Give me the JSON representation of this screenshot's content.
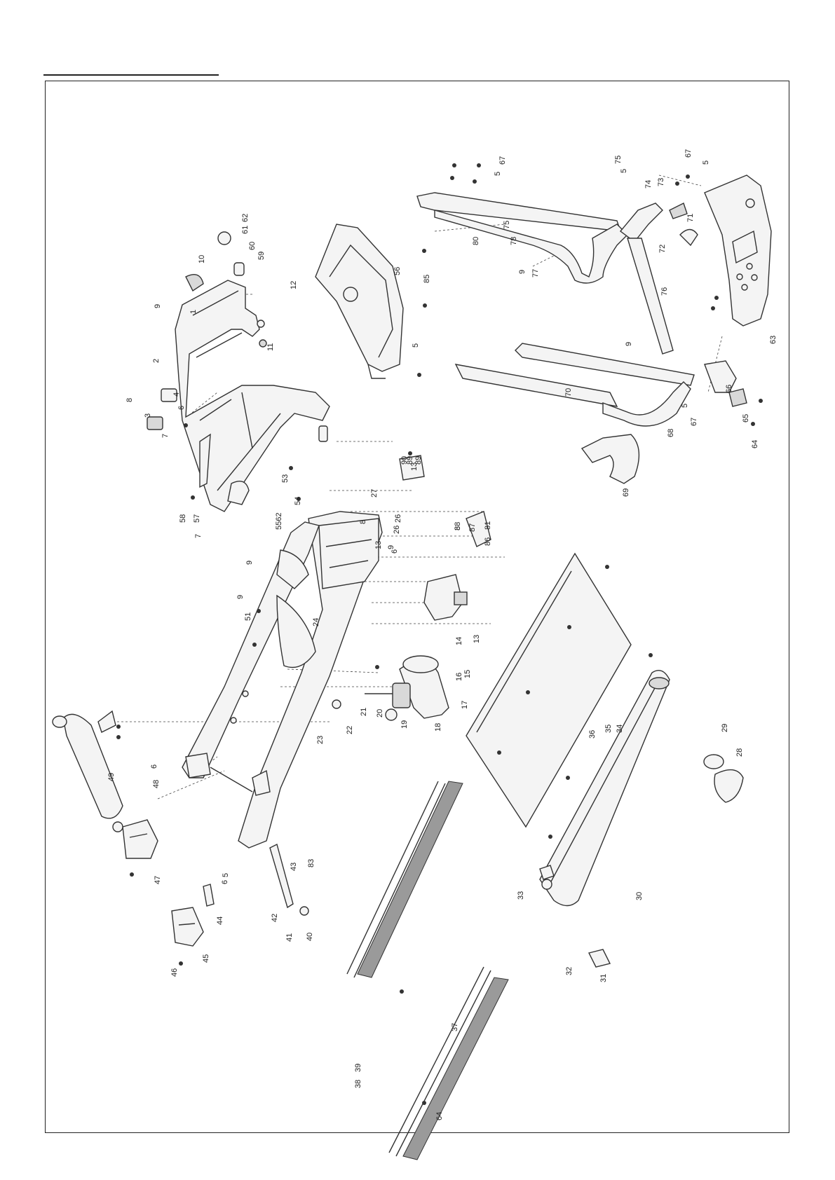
{
  "diagram": {
    "callouts": [
      {
        "id": "c1",
        "text": "1"
      },
      {
        "id": "c2",
        "text": "2"
      },
      {
        "id": "c3",
        "text": "3"
      },
      {
        "id": "c4",
        "text": "4"
      },
      {
        "id": "c5a",
        "text": "5"
      },
      {
        "id": "c5b",
        "text": "5"
      },
      {
        "id": "c5c",
        "text": "5"
      },
      {
        "id": "c5d",
        "text": "5"
      },
      {
        "id": "c5e",
        "text": "5"
      },
      {
        "id": "c5f",
        "text": "5"
      },
      {
        "id": "c6a",
        "text": "6"
      },
      {
        "id": "c6b",
        "text": "6"
      },
      {
        "id": "c6c",
        "text": "6"
      },
      {
        "id": "c6d",
        "text": "6"
      },
      {
        "id": "c7a",
        "text": "7"
      },
      {
        "id": "c7b",
        "text": "7"
      },
      {
        "id": "c8a",
        "text": "8"
      },
      {
        "id": "c8b",
        "text": "8"
      },
      {
        "id": "c8c",
        "text": "8"
      },
      {
        "id": "c9a",
        "text": "9"
      },
      {
        "id": "c9b",
        "text": "9"
      },
      {
        "id": "c9c",
        "text": "9"
      },
      {
        "id": "c9d",
        "text": "9"
      },
      {
        "id": "c9e",
        "text": "9"
      },
      {
        "id": "c9f",
        "text": "9"
      },
      {
        "id": "c10",
        "text": "10"
      },
      {
        "id": "c11",
        "text": "11"
      },
      {
        "id": "c12",
        "text": "12"
      },
      {
        "id": "c13a",
        "text": "13"
      },
      {
        "id": "c13b",
        "text": "13"
      },
      {
        "id": "c13c",
        "text": "13"
      },
      {
        "id": "c14",
        "text": "14"
      },
      {
        "id": "c15",
        "text": "15"
      },
      {
        "id": "c16",
        "text": "16"
      },
      {
        "id": "c17",
        "text": "17"
      },
      {
        "id": "c18",
        "text": "18"
      },
      {
        "id": "c19",
        "text": "19"
      },
      {
        "id": "c20",
        "text": "20"
      },
      {
        "id": "c21",
        "text": "21"
      },
      {
        "id": "c22",
        "text": "22"
      },
      {
        "id": "c23",
        "text": "23"
      },
      {
        "id": "c24",
        "text": "24"
      },
      {
        "id": "c26a",
        "text": "26"
      },
      {
        "id": "c26b",
        "text": "26"
      },
      {
        "id": "c27",
        "text": "27"
      },
      {
        "id": "c28",
        "text": "28"
      },
      {
        "id": "c29",
        "text": "29"
      },
      {
        "id": "c30",
        "text": "30"
      },
      {
        "id": "c31",
        "text": "31"
      },
      {
        "id": "c32",
        "text": "32"
      },
      {
        "id": "c33",
        "text": "33"
      },
      {
        "id": "c34",
        "text": "34"
      },
      {
        "id": "c35",
        "text": "35"
      },
      {
        "id": "c36",
        "text": "36"
      },
      {
        "id": "c37",
        "text": "37"
      },
      {
        "id": "c38",
        "text": "38"
      },
      {
        "id": "c39",
        "text": "39"
      },
      {
        "id": "c40",
        "text": "40"
      },
      {
        "id": "c41",
        "text": "41"
      },
      {
        "id": "c42",
        "text": "42"
      },
      {
        "id": "c43",
        "text": "43"
      },
      {
        "id": "c44",
        "text": "44"
      },
      {
        "id": "c45",
        "text": "45"
      },
      {
        "id": "c46",
        "text": "46"
      },
      {
        "id": "c47",
        "text": "47"
      },
      {
        "id": "c48",
        "text": "48"
      },
      {
        "id": "c49",
        "text": "49"
      },
      {
        "id": "c51",
        "text": "51"
      },
      {
        "id": "c53",
        "text": "53"
      },
      {
        "id": "c54",
        "text": "54"
      },
      {
        "id": "c5562",
        "text": "5562"
      },
      {
        "id": "c56",
        "text": "56"
      },
      {
        "id": "c57",
        "text": "57"
      },
      {
        "id": "c58",
        "text": "58"
      },
      {
        "id": "c59",
        "text": "59"
      },
      {
        "id": "c60",
        "text": "60"
      },
      {
        "id": "c61",
        "text": "61"
      },
      {
        "id": "c62",
        "text": "62"
      },
      {
        "id": "c63",
        "text": "63"
      },
      {
        "id": "c64a",
        "text": "64"
      },
      {
        "id": "c64b",
        "text": "64"
      },
      {
        "id": "c65",
        "text": "65"
      },
      {
        "id": "c66",
        "text": "66"
      },
      {
        "id": "c67a",
        "text": "67"
      },
      {
        "id": "c67b",
        "text": "67"
      },
      {
        "id": "c67c",
        "text": "67"
      },
      {
        "id": "c68",
        "text": "68"
      },
      {
        "id": "c69",
        "text": "69"
      },
      {
        "id": "c70",
        "text": "70"
      },
      {
        "id": "c71",
        "text": "71"
      },
      {
        "id": "c72",
        "text": "72"
      },
      {
        "id": "c73",
        "text": "73"
      },
      {
        "id": "c74",
        "text": "74"
      },
      {
        "id": "c75a",
        "text": "75"
      },
      {
        "id": "c75b",
        "text": "75"
      },
      {
        "id": "c76",
        "text": "76"
      },
      {
        "id": "c77",
        "text": "77"
      },
      {
        "id": "c78",
        "text": "78"
      },
      {
        "id": "c80",
        "text": "80"
      },
      {
        "id": "c81",
        "text": "81"
      },
      {
        "id": "c83",
        "text": "83"
      },
      {
        "id": "c85",
        "text": "85"
      },
      {
        "id": "c86",
        "text": "86"
      },
      {
        "id": "c87",
        "text": "87"
      },
      {
        "id": "c88",
        "text": "88"
      },
      {
        "id": "c89a",
        "text": "89"
      },
      {
        "id": "c89b",
        "text": "89"
      },
      {
        "id": "c90",
        "text": "90"
      }
    ]
  }
}
